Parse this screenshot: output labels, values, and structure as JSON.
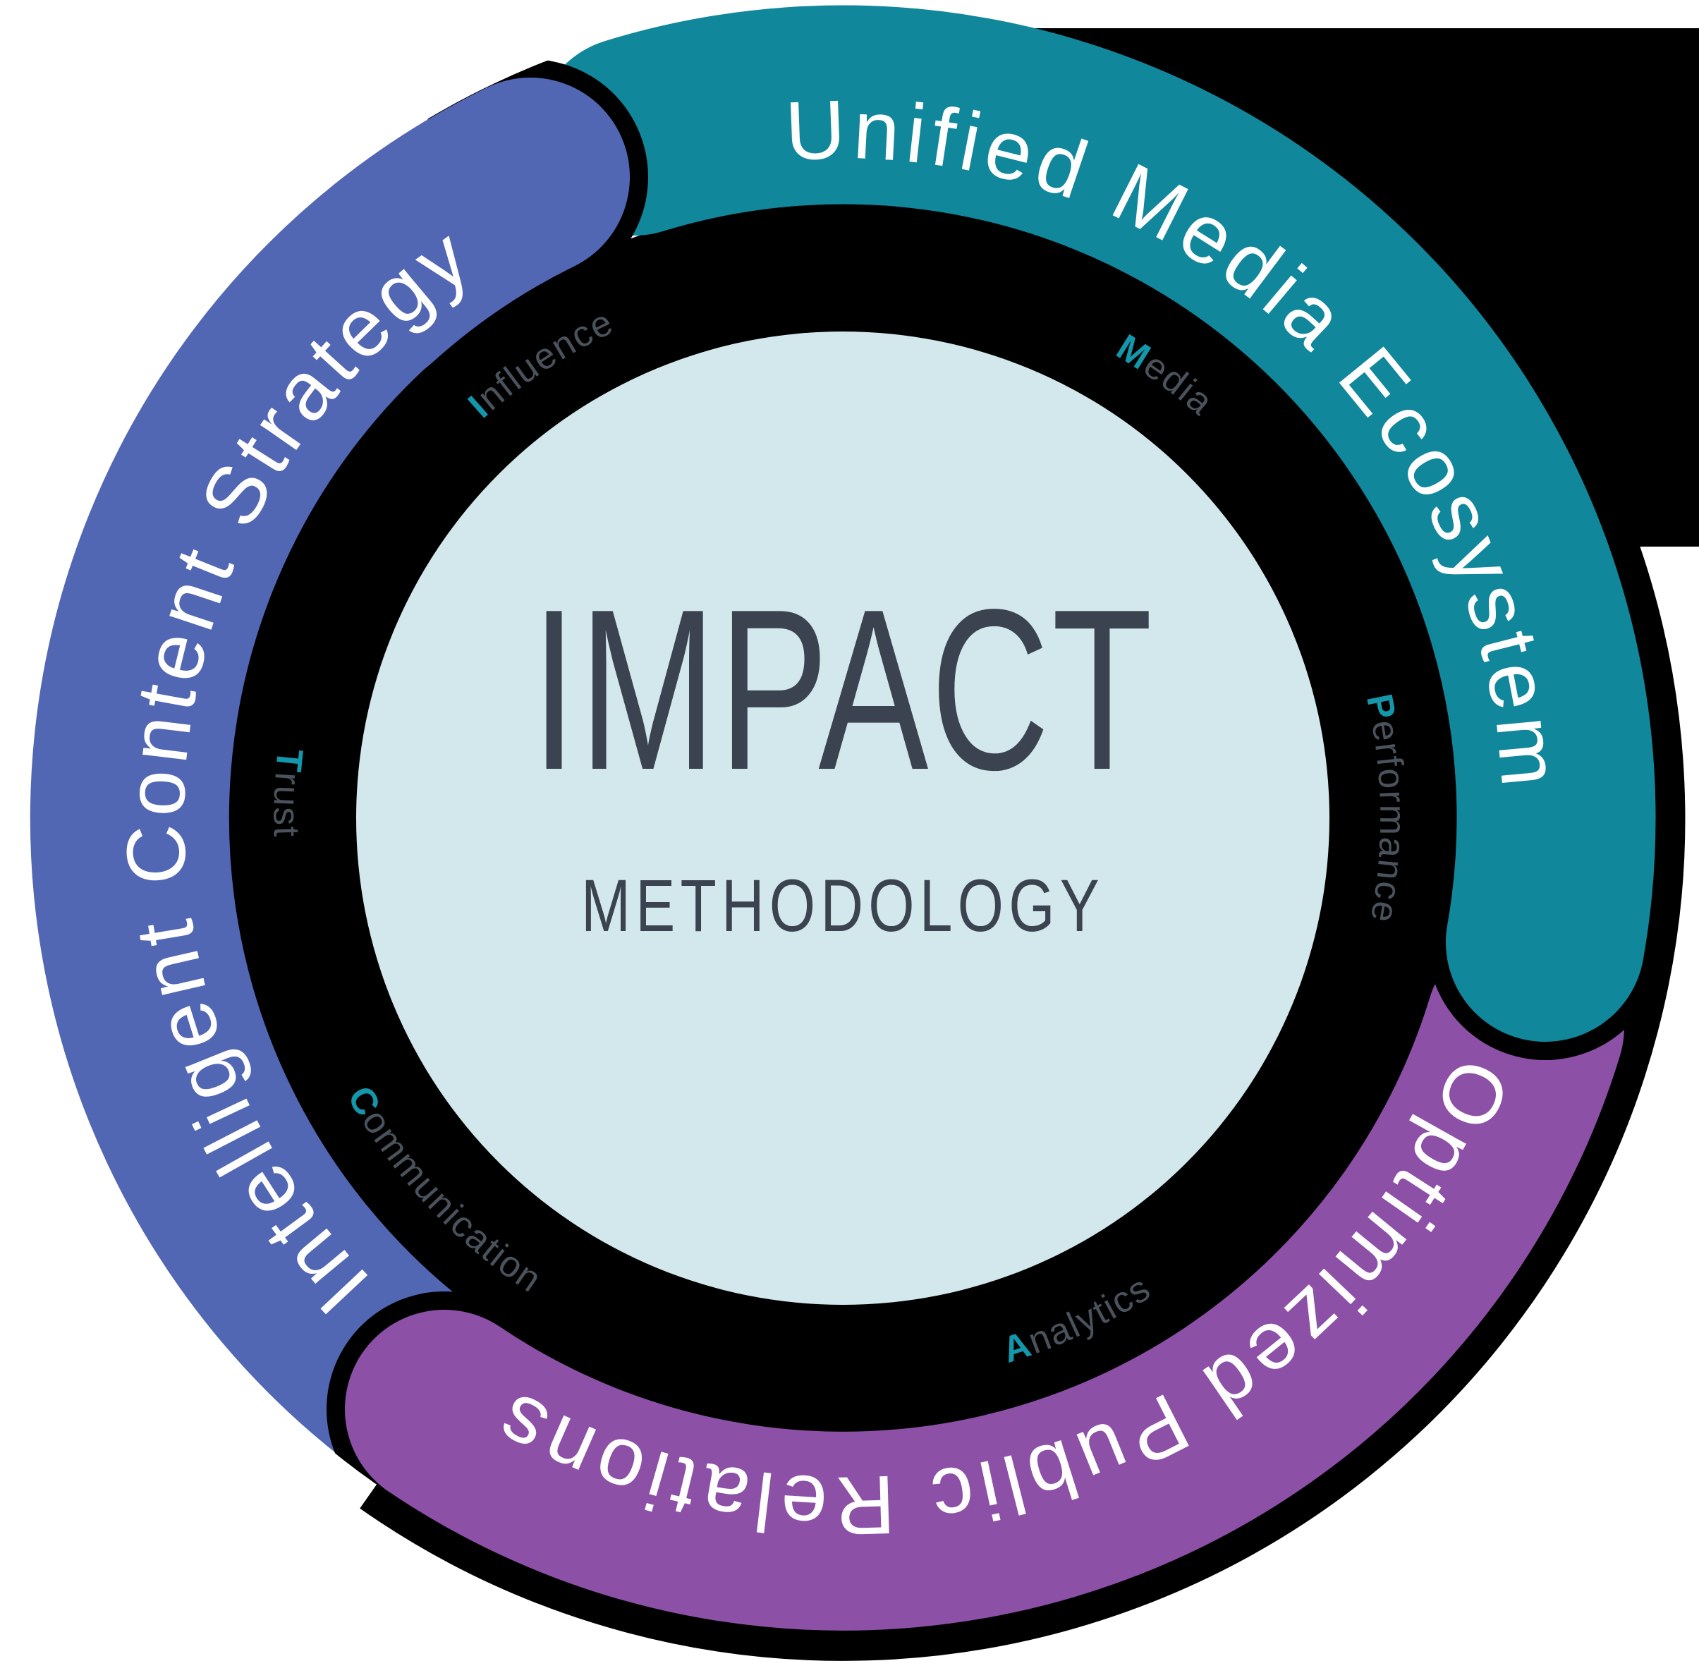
{
  "diagram": {
    "center": {
      "title": "IMPACT",
      "subtitle": "METHODOLOGY"
    },
    "arcs": [
      {
        "id": "unified-media-ecosystem",
        "label": "Unified Media Ecosystem",
        "color": "#11879B"
      },
      {
        "id": "optimized-public-relations",
        "label": "Optimized Public Relations",
        "color": "#8C50A7"
      },
      {
        "id": "intelligent-content-strategy",
        "label": "Intelligent Content Strategy",
        "color": "#5267B4"
      }
    ],
    "ring_words": [
      {
        "initial": "I",
        "rest": "nfluence"
      },
      {
        "initial": "M",
        "rest": "edia"
      },
      {
        "initial": "P",
        "rest": "erformance"
      },
      {
        "initial": "A",
        "rest": "nalytics"
      },
      {
        "initial": "C",
        "rest": "ommunication"
      },
      {
        "initial": "T",
        "rest": "rust"
      }
    ],
    "colors": {
      "teal": "#11879B",
      "blue": "#5267B4",
      "purple": "#8C50A7",
      "ring_black": "#000000",
      "center_fill": "#D3E8EC",
      "center_text": "#3A434F",
      "ring_word_text": "#4A525C",
      "initial_letter": "#1496AB",
      "label_text": "#FFFFFF",
      "background": "#FFFFFF"
    }
  }
}
